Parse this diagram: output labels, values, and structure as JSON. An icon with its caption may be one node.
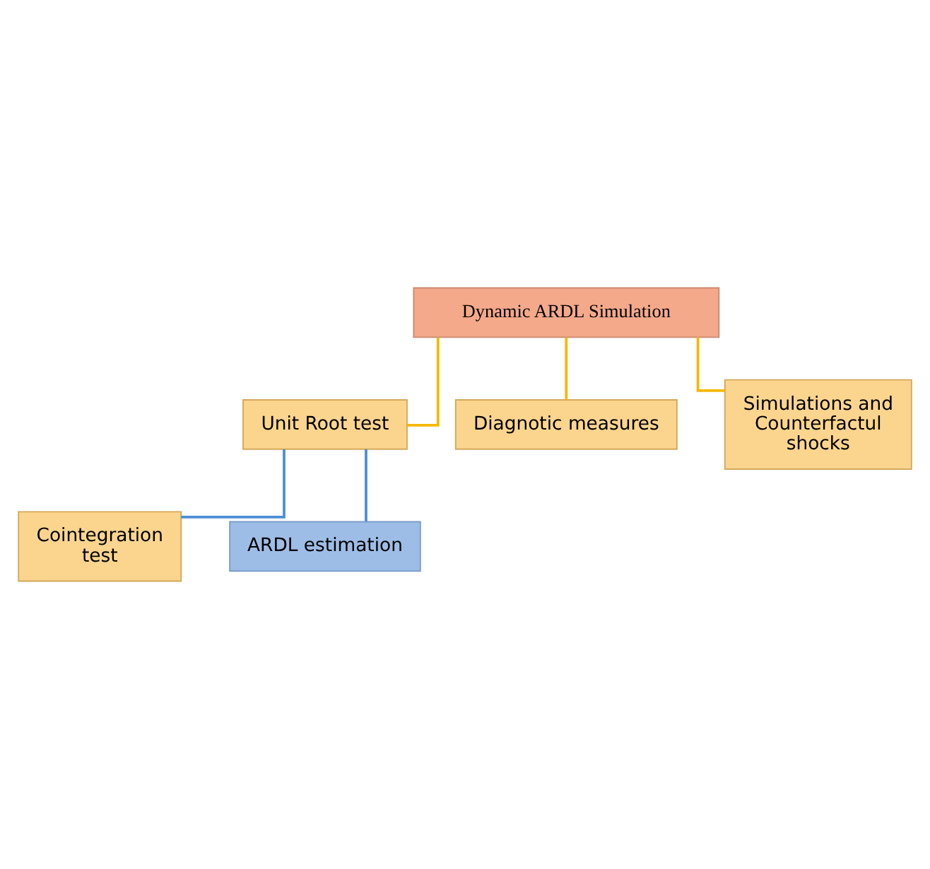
{
  "diagram": {
    "nodes": [
      {
        "text": [
          "Dynamic ARDL Simulation"
        ]
      },
      {
        "text": [
          "Unit Root test"
        ]
      },
      {
        "text": [
          "Cointegration test"
        ]
      },
      {
        "text": [
          "ARDL estimation"
        ]
      },
      {
        "text": [
          "Diagnotic measures"
        ]
      },
      {
        "text": [
          "Simulations and Counterfactul shocks"
        ]
      }
    ],
    "edges": [
      {
        "from": 0,
        "to": 1,
        "arrow": "none"
      },
      {
        "from": 1,
        "to": 2,
        "arrow": "none",
        "color": "#4a8fd4"
      },
      {
        "from": 1,
        "to": 3,
        "arrow": "none",
        "color": "#4a8fd4"
      },
      {
        "from": 0,
        "to": 4,
        "arrow": "none"
      },
      {
        "from": 0,
        "to": 5,
        "arrow": "none"
      }
    ]
  }
}
